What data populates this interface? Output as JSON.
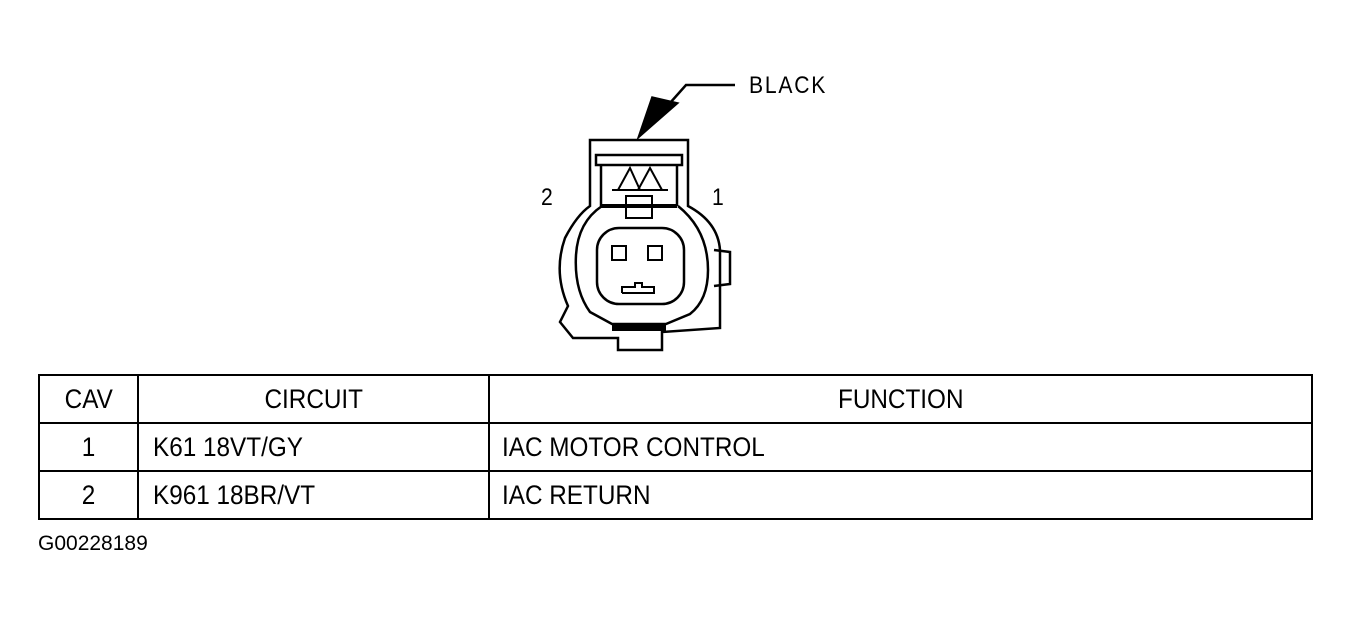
{
  "connector": {
    "color_label": "BLACK",
    "cavity_labels": [
      "2",
      "1"
    ]
  },
  "table": {
    "headers": [
      "CAV",
      "CIRCUIT",
      "FUNCTION"
    ],
    "rows": [
      {
        "cav": "1",
        "circuit": "K61 18VT/GY",
        "function": "IAC MOTOR CONTROL"
      },
      {
        "cav": "2",
        "circuit": "K961 18BR/VT",
        "function": "IAC RETURN"
      }
    ]
  },
  "figure_id": "G00228189"
}
